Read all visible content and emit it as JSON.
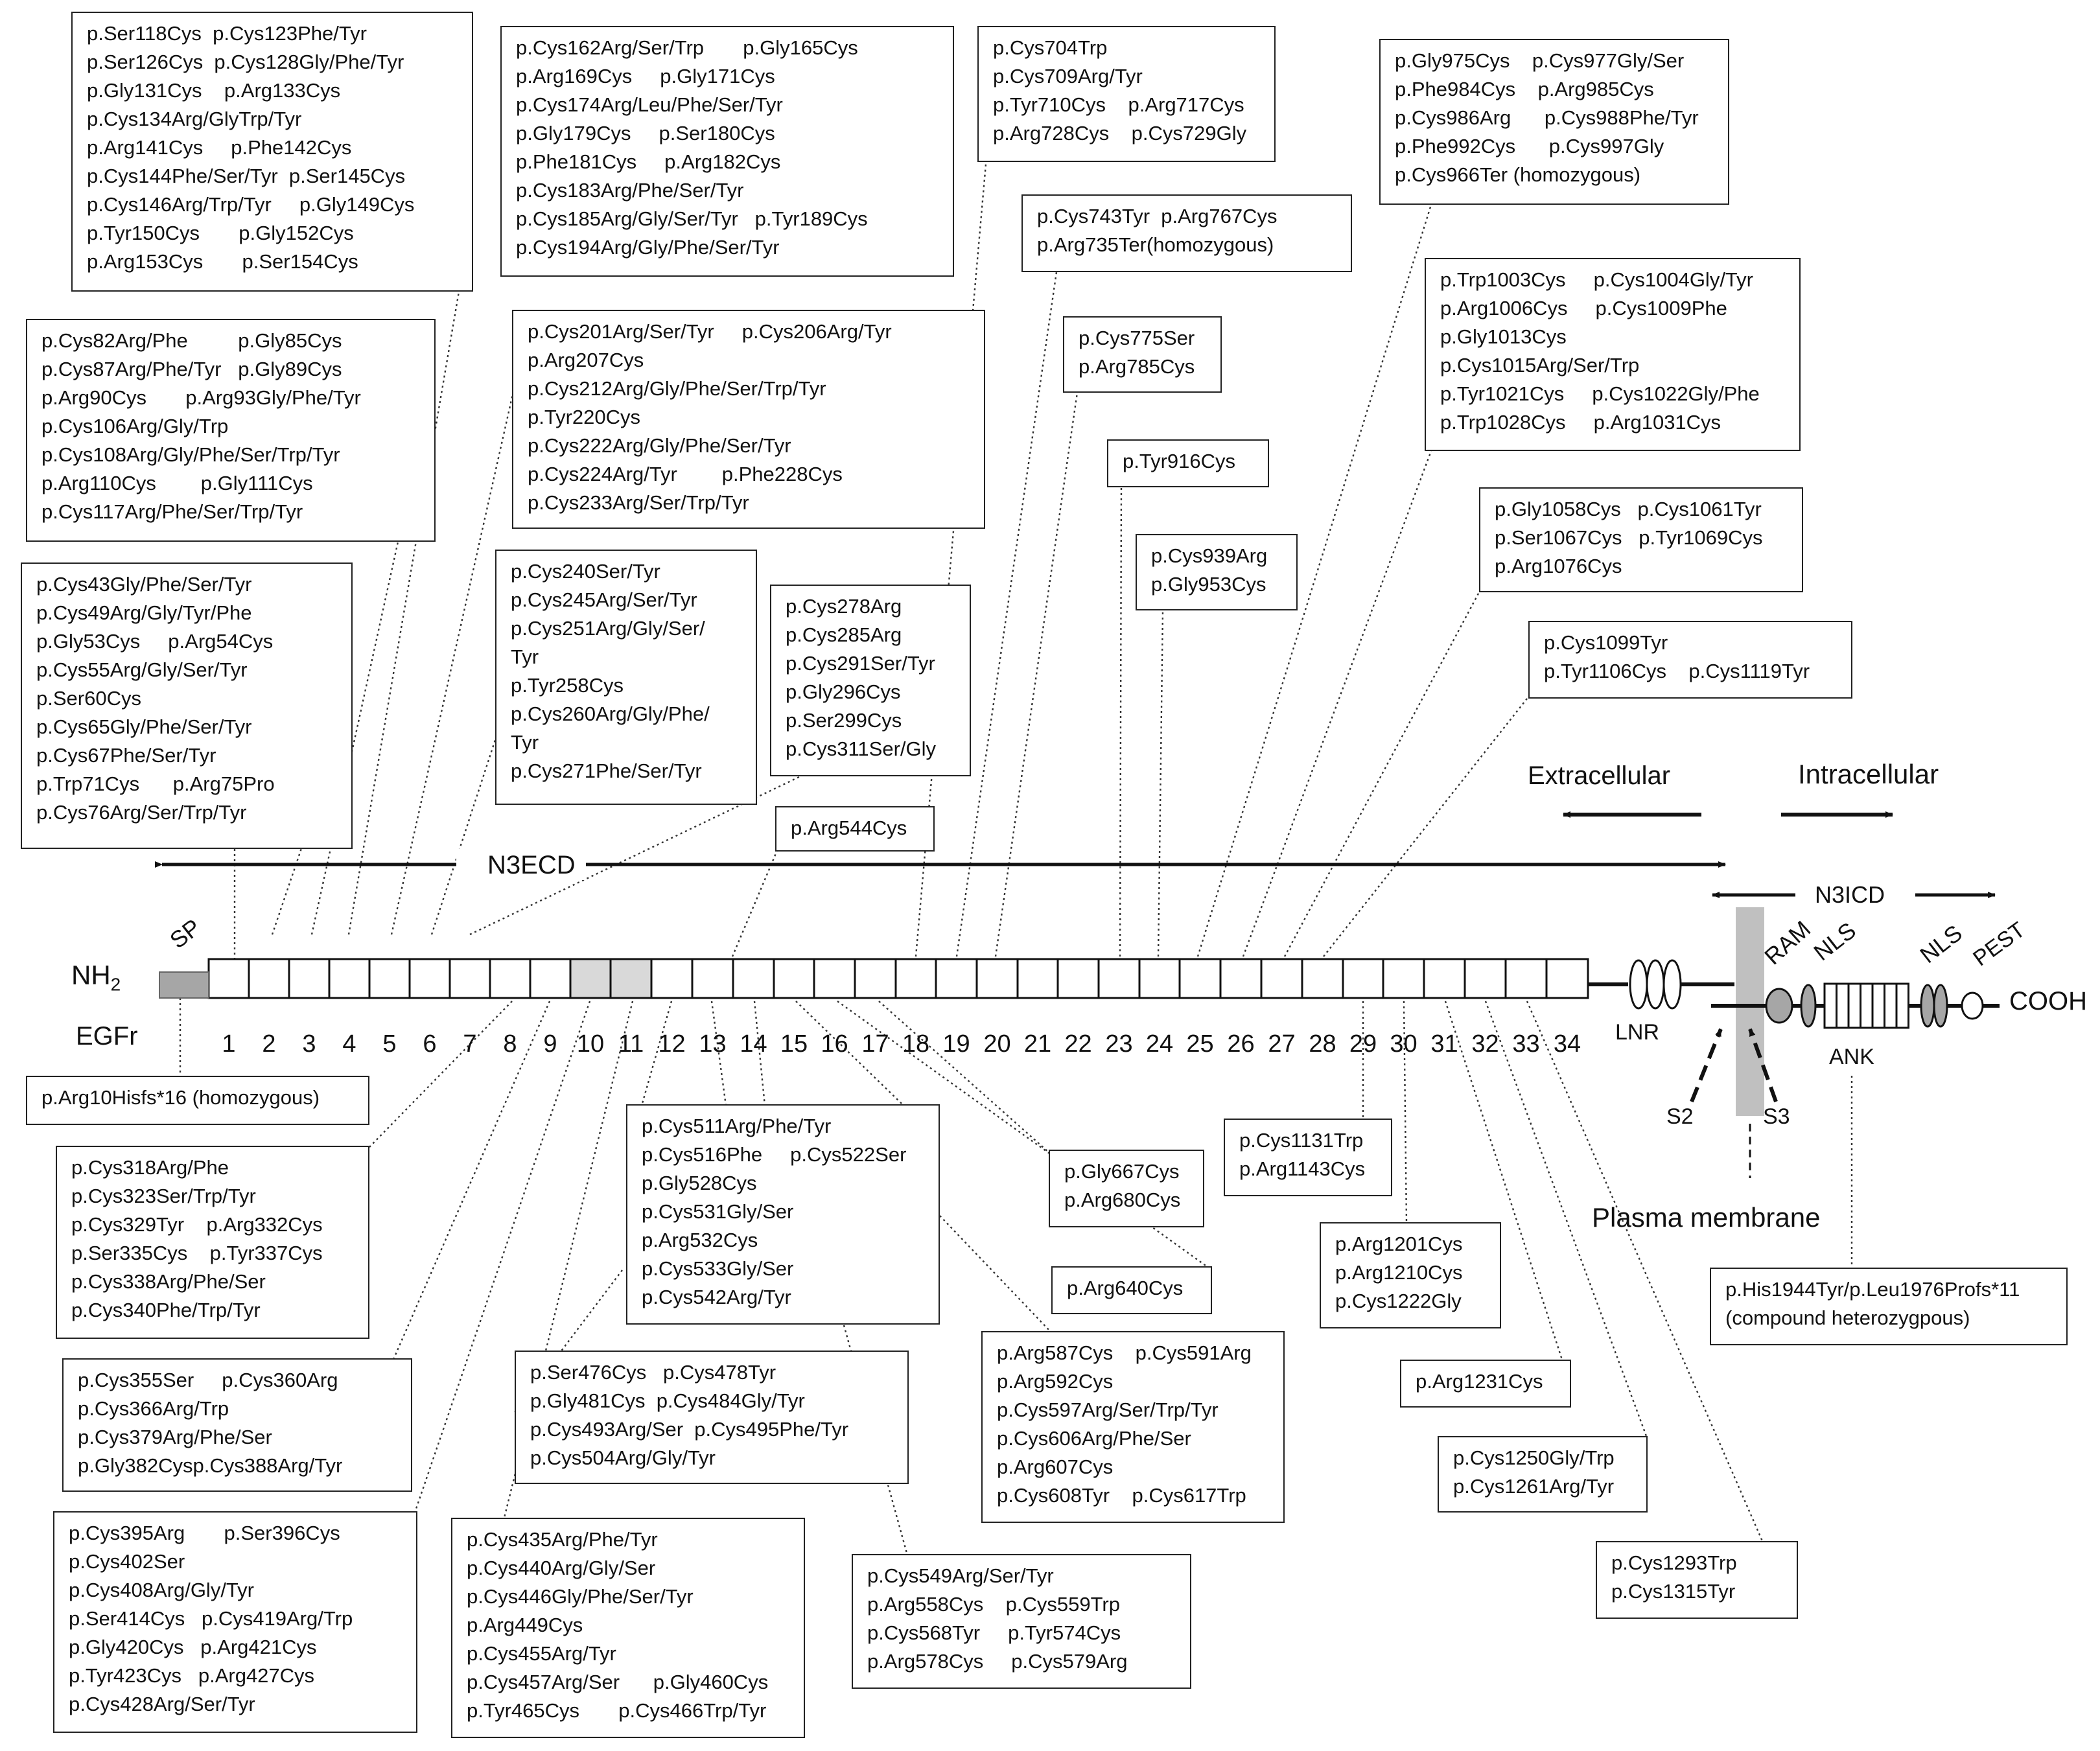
{
  "colors": {
    "stroke": "#222222",
    "shaded_domain": "#d9d9d9",
    "signal_peptide": "#a6a6a6",
    "membrane": "#c0c0c0",
    "oval_fill": "#a6a6a6"
  },
  "labels": {
    "extracellular": "Extracellular",
    "intracellular": "Intracellular",
    "n3ecd": "N3ECD",
    "n3icd": "N3ICD",
    "nh2": "NH",
    "nh2_sub": "2",
    "cooh": "COOH",
    "sp": "SP",
    "egfr": "EGFr",
    "lnr": "LNR",
    "ram": "RAM",
    "nls_1": "NLS",
    "nls_2": "NLS",
    "pest": "PEST",
    "ank": "ANK",
    "s2": "S2",
    "s3": "S3",
    "plasma_membrane": "Plasma membrane"
  },
  "egfr_numbers": [
    "1",
    "2",
    "3",
    "4",
    "5",
    "6",
    "7",
    "8",
    "9",
    "10",
    "11",
    "12",
    "13",
    "14",
    "15",
    "16",
    "17",
    "18",
    "19",
    "20",
    "21",
    "22",
    "23",
    "24",
    "25",
    "26",
    "27",
    "28",
    "29",
    "30",
    "31",
    "32",
    "33",
    "34"
  ],
  "mutation_boxes": [
    {
      "id": "b01",
      "lines": [
        "p.Ser118Cys  p.Cys123Phe/Tyr",
        "p.Ser126Cys  p.Cys128Gly/Phe/Tyr",
        "p.Gly131Cys    p.Arg133Cys",
        "p.Cys134Arg/GlyTrp/Tyr",
        "p.Arg141Cys     p.Phe142Cys",
        "p.Cys144Phe/Ser/Tyr  p.Ser145Cys",
        "p.Cys146Arg/Trp/Tyr     p.Gly149Cys",
        "p.Tyr150Cys       p.Gly152Cys",
        "p.Arg153Cys       p.Ser154Cys"
      ]
    },
    {
      "id": "b02",
      "lines": [
        "p.Cys162Arg/Ser/Trp       p.Gly165Cys",
        "p.Arg169Cys     p.Gly171Cys",
        "p.Cys174Arg/Leu/Phe/Ser/Tyr",
        "p.Gly179Cys     p.Ser180Cys",
        "p.Phe181Cys     p.Arg182Cys",
        "p.Cys183Arg/Phe/Ser/Tyr",
        "p.Cys185Arg/Gly/Ser/Tyr   p.Tyr189Cys",
        "p.Cys194Arg/Gly/Phe/Ser/Tyr"
      ]
    },
    {
      "id": "b03",
      "lines": [
        "p.Cys704Trp",
        "p.Cys709Arg/Tyr",
        "p.Tyr710Cys    p.Arg717Cys",
        "p.Arg728Cys    p.Cys729Gly"
      ]
    },
    {
      "id": "b04",
      "lines": [
        "p.Gly975Cys    p.Cys977Gly/Ser",
        "p.Phe984Cys    p.Arg985Cys",
        "p.Cys986Arg      p.Cys988Phe/Tyr",
        "p.Phe992Cys      p.Cys997Gly",
        "p.Cys966Ter (homozygous)"
      ]
    },
    {
      "id": "b05",
      "lines": [
        "p.Cys743Tyr  p.Arg767Cys",
        "p.Arg735Ter(homozygous)"
      ]
    },
    {
      "id": "b06",
      "lines": [
        "p.Cys82Arg/Phe         p.Gly85Cys",
        "p.Cys87Arg/Phe/Tyr   p.Gly89Cys",
        "p.Arg90Cys       p.Arg93Gly/Phe/Tyr",
        "p.Cys106Arg/Gly/Trp",
        "p.Cys108Arg/Gly/Phe/Ser/Trp/Tyr",
        "p.Arg110Cys        p.Gly111Cys",
        "p.Cys117Arg/Phe/Ser/Trp/Tyr"
      ]
    },
    {
      "id": "b07",
      "lines": [
        "p.Cys201Arg/Ser/Tyr     p.Cys206Arg/Tyr",
        "p.Arg207Cys",
        "p.Cys212Arg/Gly/Phe/Ser/Trp/Tyr",
        "p.Tyr220Cys",
        "p.Cys222Arg/Gly/Phe/Ser/Tyr",
        "p.Cys224Arg/Tyr        p.Phe228Cys",
        "p.Cys233Arg/Ser/Trp/Tyr"
      ]
    },
    {
      "id": "b08",
      "lines": [
        "p.Cys775Ser",
        "p.Arg785Cys"
      ]
    },
    {
      "id": "b09",
      "lines": [
        "p.Trp1003Cys     p.Cys1004Gly/Tyr",
        "p.Arg1006Cys     p.Cys1009Phe",
        "p.Gly1013Cys",
        "p.Cys1015Arg/Ser/Trp",
        "p.Tyr1021Cys     p.Cys1022Gly/Phe",
        "p.Trp1028Cys     p.Arg1031Cys"
      ]
    },
    {
      "id": "b10",
      "lines": [
        "p.Tyr916Cys"
      ]
    },
    {
      "id": "b11",
      "lines": [
        "p.Gly1058Cys   p.Cys1061Tyr",
        "p.Ser1067Cys   p.Tyr1069Cys",
        "p.Arg1076Cys"
      ]
    },
    {
      "id": "b12",
      "lines": [
        "p.Cys939Arg",
        "p.Gly953Cys"
      ]
    },
    {
      "id": "b13",
      "lines": [
        "p.Cys43Gly/Phe/Ser/Tyr",
        "p.Cys49Arg/Gly/Tyr/Phe",
        "p.Gly53Cys     p.Arg54Cys",
        "p.Cys55Arg/Gly/Ser/Tyr",
        "p.Ser60Cys",
        "p.Cys65Gly/Phe/Ser/Tyr",
        "p.Cys67Phe/Ser/Tyr",
        "p.Trp71Cys      p.Arg75Pro",
        "p.Cys76Arg/Ser/Trp/Tyr"
      ]
    },
    {
      "id": "b14",
      "lines": [
        "p.Cys240Ser/Tyr",
        "p.Cys245Arg/Ser/Tyr",
        "p.Cys251Arg/Gly/Ser/",
        "Tyr",
        "p.Tyr258Cys",
        "p.Cys260Arg/Gly/Phe/",
        "Tyr",
        "p.Cys271Phe/Ser/Tyr"
      ]
    },
    {
      "id": "b15",
      "lines": [
        "p.Cys278Arg",
        "p.Cys285Arg",
        "p.Cys291Ser/Tyr",
        "p.Gly296Cys",
        "p.Ser299Cys",
        "p.Cys311Ser/Gly"
      ]
    },
    {
      "id": "b16",
      "lines": [
        "p.Cys1099Tyr",
        "p.Tyr1106Cys    p.Cys1119Tyr"
      ]
    },
    {
      "id": "b17",
      "lines": [
        "p.Arg544Cys"
      ]
    },
    {
      "id": "b18",
      "lines": [
        "p.Arg10Hisfs*16 (homozygous)"
      ]
    },
    {
      "id": "b19",
      "lines": [
        "p.Cys318Arg/Phe",
        "p.Cys323Ser/Trp/Tyr",
        "p.Cys329Tyr    p.Arg332Cys",
        "p.Ser335Cys    p.Tyr337Cys",
        "p.Cys338Arg/Phe/Ser",
        "p.Cys340Phe/Trp/Tyr"
      ]
    },
    {
      "id": "b20",
      "lines": [
        "p.Cys511Arg/Phe/Tyr",
        "p.Cys516Phe     p.Cys522Ser",
        "p.Gly528Cys",
        "p.Cys531Gly/Ser",
        "p.Arg532Cys",
        "p.Cys533Gly/Ser",
        "p.Cys542Arg/Tyr"
      ]
    },
    {
      "id": "b21",
      "lines": [
        "p.Gly667Cys",
        "p.Arg680Cys"
      ]
    },
    {
      "id": "b22",
      "lines": [
        "p.Cys1131Trp",
        "p.Arg1143Cys"
      ]
    },
    {
      "id": "b23",
      "lines": [
        "p.Arg1201Cys",
        "p.Arg1210Cys",
        "p.Cys1222Gly"
      ]
    },
    {
      "id": "b24",
      "lines": [
        "p.Arg640Cys"
      ]
    },
    {
      "id": "b25",
      "lines": [
        "p.His1944Tyr/p.Leu1976Profs*11",
        "(compound heterozygpous)"
      ]
    },
    {
      "id": "b26",
      "lines": [
        "p.Cys355Ser     p.Cys360Arg",
        "p.Cys366Arg/Trp",
        "p.Cys379Arg/Phe/Ser",
        "p.Gly382Cysp.Cys388Arg/Tyr"
      ]
    },
    {
      "id": "b27",
      "lines": [
        "p.Ser476Cys   p.Cys478Tyr",
        "p.Gly481Cys  p.Cys484Gly/Tyr",
        "p.Cys493Arg/Ser  p.Cys495Phe/Tyr",
        "p.Cys504Arg/Gly/Tyr"
      ]
    },
    {
      "id": "b28",
      "lines": [
        "p.Arg587Cys    p.Cys591Arg",
        "p.Arg592Cys",
        "p.Cys597Arg/Ser/Trp/Tyr",
        "p.Cys606Arg/Phe/Ser",
        "p.Arg607Cys",
        "p.Cys608Tyr    p.Cys617Trp"
      ]
    },
    {
      "id": "b29",
      "lines": [
        "p.Arg1231Cys"
      ]
    },
    {
      "id": "b30",
      "lines": [
        "p.Cys1250Gly/Trp",
        "p.Cys1261Arg/Tyr"
      ]
    },
    {
      "id": "b31",
      "lines": [
        "p.Cys395Arg       p.Ser396Cys",
        "p.Cys402Ser",
        "p.Cys408Arg/Gly/Tyr",
        "p.Ser414Cys   p.Cys419Arg/Trp",
        "p.Gly420Cys   p.Arg421Cys",
        "p.Tyr423Cys   p.Arg427Cys",
        "p.Cys428Arg/Ser/Tyr"
      ]
    },
    {
      "id": "b32",
      "lines": [
        "p.Cys435Arg/Phe/Tyr",
        "p.Cys440Arg/Gly/Ser",
        "p.Cys446Gly/Phe/Ser/Tyr",
        "p.Arg449Cys",
        "p.Cys455Arg/Tyr",
        "p.Cys457Arg/Ser      p.Gly460Cys",
        "p.Tyr465Cys       p.Cys466Trp/Tyr"
      ]
    },
    {
      "id": "b33",
      "lines": [
        "p.Cys549Arg/Ser/Tyr",
        "p.Arg558Cys    p.Cys559Trp",
        "p.Cys568Tyr     p.Tyr574Cys",
        "p.Arg578Cys     p.Cys579Arg"
      ]
    },
    {
      "id": "b34",
      "lines": [
        "p.Cys1293Trp",
        "p.Cys1315Tyr"
      ]
    }
  ]
}
